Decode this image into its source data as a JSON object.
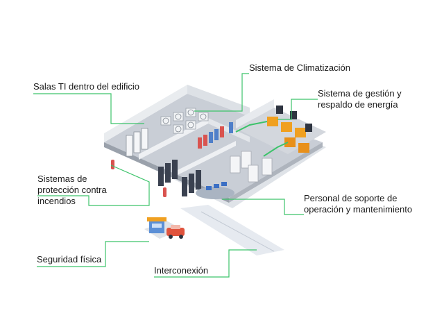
{
  "diagram": {
    "accent_color": "#3cc36a",
    "labels": {
      "salas_ti": "Salas TI dentro del edificio",
      "climatizacion": "Sistema de Climatización",
      "gestion_line1": "Sistema de gestión y",
      "gestion_line2": "respaldo de energía",
      "proteccion_line1": "Sistemas de",
      "proteccion_line2": "protección contra",
      "proteccion_line3": "incendios",
      "personal_line1": "Personal de soporte de",
      "personal_line2": "operación y mantenimiento",
      "seguridad": "Seguridad física",
      "interconexion": "Interconexión"
    }
  }
}
